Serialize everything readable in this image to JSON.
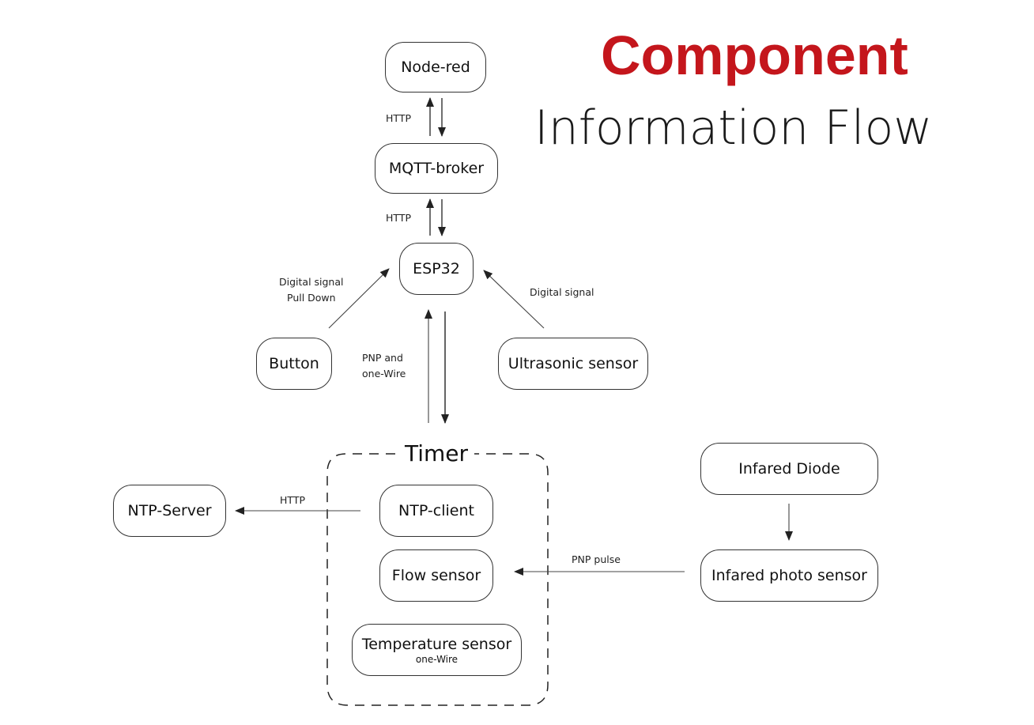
{
  "title": {
    "main": "Component",
    "sub": "Information Flow"
  },
  "nodes": {
    "node_red": "Node-red",
    "mqtt_broker": "MQTT-broker",
    "esp32": "ESP32",
    "button": "Button",
    "ultrasonic": "Ultrasonic sensor",
    "ntp_server": "NTP-Server",
    "ntp_client": "NTP-client",
    "flow_sensor": "Flow sensor",
    "temperature_sensor": "Temperature sensor",
    "temperature_sensor_sub": "one-Wire",
    "infrared_diode": "Infared Diode",
    "infrared_photo": "Infared photo sensor"
  },
  "group": {
    "timer": "Timer"
  },
  "edges": {
    "nodered_mqtt": "HTTP",
    "mqtt_esp32": "HTTP",
    "button_esp32_line1": "Digital signal",
    "button_esp32_line2": "Pull Down",
    "ultrasonic_esp32": "Digital signal",
    "esp32_timer_line1": "PNP and",
    "esp32_timer_line2": "one-Wire",
    "ntp_client_server": "HTTP",
    "photo_flow": "PNP pulse"
  },
  "colors": {
    "title_accent": "#c4161c",
    "line": "#333333"
  }
}
